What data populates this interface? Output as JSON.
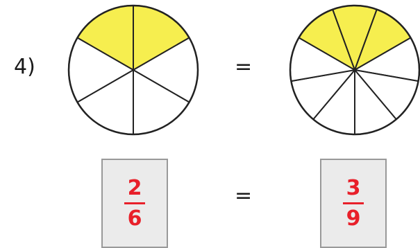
{
  "problem_label": "4)",
  "equals_top": "=",
  "equals_bottom": "=",
  "colors": {
    "shaded": "#f6ee4f",
    "unshaded": "#ffffff",
    "stroke": "#222222",
    "fraction_text": "#e8202a",
    "box_fill": "#ebebeb",
    "box_border": "#999999"
  },
  "left_circle": {
    "slices": 6,
    "shaded": 2
  },
  "right_circle": {
    "slices": 9,
    "shaded": 3
  },
  "left_fraction": {
    "numerator": "2",
    "denominator": "6"
  },
  "right_fraction": {
    "numerator": "3",
    "denominator": "9"
  }
}
